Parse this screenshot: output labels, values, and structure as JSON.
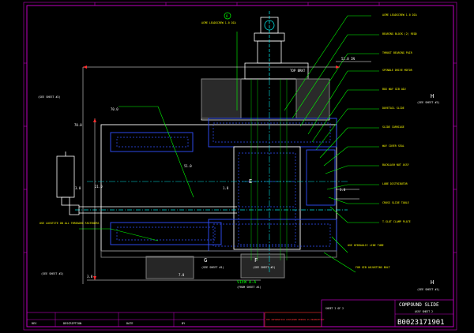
{
  "drawing": {
    "view_label": "VIEW A-A",
    "view_sub": "(FROM SHEET #1)",
    "dim_labels": [
      "70.0",
      "3.0",
      "21.0",
      "51.0",
      "1.8",
      "7.0",
      "3.0",
      "70.0",
      "3.0"
    ],
    "section_letters": [
      "G",
      "F",
      "E",
      "H",
      "H"
    ],
    "see_sheet_notes": [
      "(SEE SHEET #2)",
      "(SEE SHEET #1)",
      "(SEE SHEET #2)",
      "(SEE SHEET #2)",
      "(SEE SHEET #1)",
      "(SEE SHEET #2)",
      "(SEE SHEET #2)"
    ],
    "bracket_label": "TOP BRKT",
    "dim_top_right": "52.0 IN",
    "detail_number": "8"
  },
  "callouts": [
    "ACME LEADSCREW 1.0 DIA",
    "BEARING BLOCK (2) REQD",
    "THRUST BEARING PAIR",
    "SPINDLE DRIVE MOTOR",
    "BOX WAY GIB ADJ",
    "DOVETAIL SLIDE",
    "SLIDE CARRIAGE",
    "WAY COVER SEAL",
    "BACKLASH NUT ASSY",
    "LUBE DISTRIBUTOR",
    "CROSS SLIDE TABLE",
    "T-SLOT CLAMP PLATE"
  ],
  "bottom_notes": {
    "left_note": "USE LOCKTITE ON ALL THREADED FASTENERS",
    "right_note_a": "USE HYDRAULIC LINE TUBE",
    "right_note_b": "FOR GIB ADJUSTING BOLT"
  },
  "title_block": {
    "title": "COMPOUND SLIDE",
    "subtitle": "ASSY SHEET 2",
    "drawing_number": "B0023171901",
    "sheet_ref": "SHEET 2 OF 2",
    "stamp_text": "THE INFORMATION CONTAINED HEREIN IS PROPRIETARY"
  },
  "revision_strip": {
    "cells": [
      "REV",
      "DESCRIPTION",
      "DATE",
      "BY"
    ]
  },
  "colors": {
    "frame": "#c000c0",
    "leader": "#00ff00",
    "part": "#3050ff",
    "outline": "#ffffff",
    "hatch": "#808080",
    "notes": "#ffff00",
    "dim": "#ff3030",
    "center": "#00e0e0"
  }
}
